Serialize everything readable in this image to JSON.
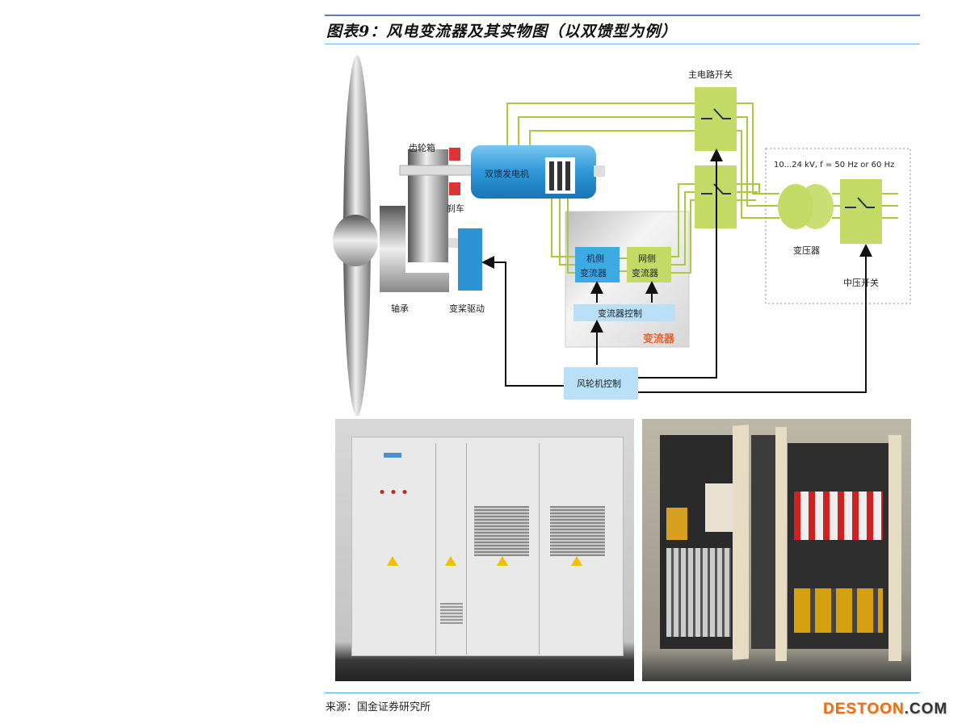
{
  "header": {
    "title": "图表9：风电变流器及其实物图（以双馈型为例）"
  },
  "diagram": {
    "gearbox": "齿轮箱",
    "brake": "刹车",
    "generator": "双馈发电机",
    "bearing": "轴承",
    "pitch_drive": "变桨驱动",
    "machine_side_converter": [
      "机侧",
      "变流器"
    ],
    "grid_side_converter": [
      "网侧",
      "变流器"
    ],
    "converter_control": "变流器控制",
    "converter": "变流器",
    "turbine_control": "风轮机控制",
    "main_circuit_switch": "主电路开关",
    "voltage_label": "10...24 kV, f = 50 Hz or 60 Hz",
    "transformer": "变压器",
    "mv_switch": "中压开关"
  },
  "footer": {
    "source": "来源：国金证券研究所",
    "watermark_a": "DESTOON",
    "watermark_b": ".COM"
  },
  "colors": {
    "green": "#c3da66",
    "line_green": "#a9c93e",
    "blue": "#3b9fdc",
    "accent": "#e8602a"
  }
}
